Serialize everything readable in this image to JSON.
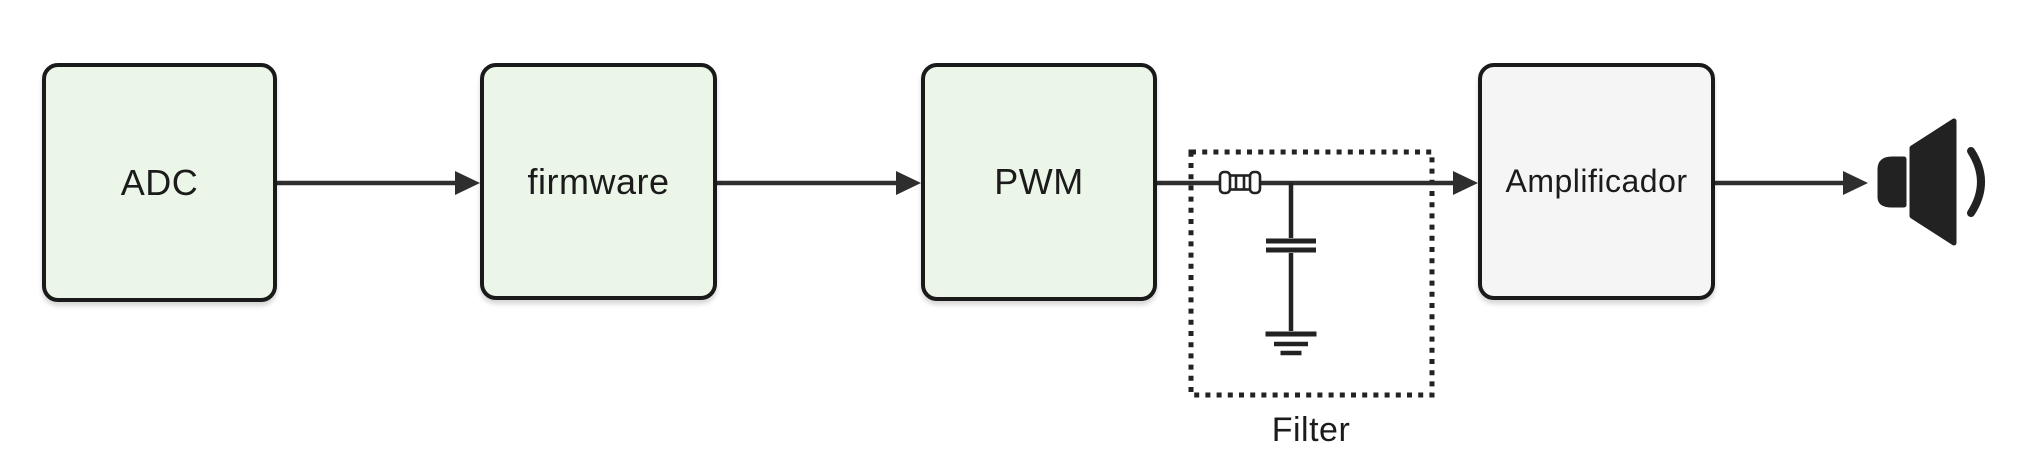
{
  "diagram": {
    "type": "signal-flow-block-diagram",
    "flow_direction": "left-to-right",
    "nodes": [
      {
        "id": "adc",
        "label": "ADC",
        "shape": "rounded-rect",
        "fill": "#ecf6e8"
      },
      {
        "id": "firmware",
        "label": "firmware",
        "shape": "rounded-rect",
        "fill": "#ecf6e8"
      },
      {
        "id": "pwm",
        "label": "PWM",
        "shape": "rounded-rect",
        "fill": "#ecf6e8"
      },
      {
        "id": "filter",
        "label": "Filter",
        "shape": "dotted-container",
        "components": [
          "resistor-icon",
          "capacitor-icon",
          "ground-icon"
        ]
      },
      {
        "id": "amplificador",
        "label": "Amplificador",
        "shape": "rounded-rect",
        "fill": "#f5f5f5"
      },
      {
        "id": "speaker",
        "label": "",
        "shape": "icon",
        "icon": "speaker-icon"
      }
    ],
    "edges": [
      {
        "from": "adc",
        "to": "firmware",
        "style": "arrow"
      },
      {
        "from": "firmware",
        "to": "pwm",
        "style": "arrow"
      },
      {
        "from": "pwm",
        "to": "amplificador",
        "style": "arrow",
        "passes_through": "filter"
      },
      {
        "from": "amplificador",
        "to": "speaker",
        "style": "arrow"
      }
    ],
    "colors": {
      "background": "#ffffff",
      "node_border": "#1a1a1a",
      "connector": "#2e2e2e",
      "green_fill": "#ecf6e8",
      "gray_fill": "#f5f5f5",
      "icon_fill": "#222222",
      "text": "#1b1b1b"
    }
  }
}
